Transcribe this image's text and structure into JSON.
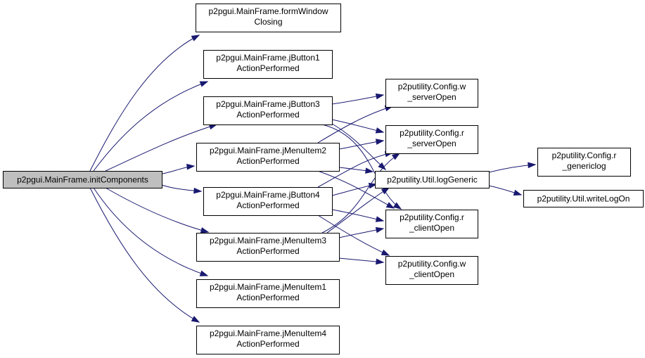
{
  "graph": {
    "edge_color": "#191970",
    "root_fill": "#bfbfbf",
    "node_fill": "#ffffff",
    "nodes": [
      {
        "id": "initComponents",
        "lines": [
          "p2pgui.MainFrame.initComponents"
        ]
      },
      {
        "id": "formWindowClosing",
        "lines": [
          "p2pgui.MainFrame.formWindow",
          "Closing"
        ]
      },
      {
        "id": "jButton1",
        "lines": [
          "p2pgui.MainFrame.jButton1",
          "ActionPerformed"
        ]
      },
      {
        "id": "jButton3",
        "lines": [
          "p2pgui.MainFrame.jButton3",
          "ActionPerformed"
        ]
      },
      {
        "id": "jMenuItem2",
        "lines": [
          "p2pgui.MainFrame.jMenuItem2",
          "ActionPerformed"
        ]
      },
      {
        "id": "jButton4",
        "lines": [
          "p2pgui.MainFrame.jButton4",
          "ActionPerformed"
        ]
      },
      {
        "id": "jMenuItem3",
        "lines": [
          "p2pgui.MainFrame.jMenuItem3",
          "ActionPerformed"
        ]
      },
      {
        "id": "jMenuItem1",
        "lines": [
          "p2pgui.MainFrame.jMenuItem1",
          "ActionPerformed"
        ]
      },
      {
        "id": "jMenuItem4",
        "lines": [
          "p2pgui.MainFrame.jMenuItem4",
          "ActionPerformed"
        ]
      },
      {
        "id": "wServerOpen",
        "lines": [
          "p2putility.Config.w",
          "_serverOpen"
        ]
      },
      {
        "id": "rServerOpen",
        "lines": [
          "p2putility.Config.r",
          "_serverOpen"
        ]
      },
      {
        "id": "logGeneric",
        "lines": [
          "p2putility.Util.logGeneric"
        ]
      },
      {
        "id": "rClientOpen",
        "lines": [
          "p2putility.Config.r",
          "_clientOpen"
        ]
      },
      {
        "id": "wClientOpen",
        "lines": [
          "p2putility.Config.w",
          "_clientOpen"
        ]
      },
      {
        "id": "rGenericlog",
        "lines": [
          "p2putility.Config.r",
          "_genericlog"
        ]
      },
      {
        "id": "writeLogOn",
        "lines": [
          "p2putility.Util.writeLogOn"
        ]
      }
    ],
    "edges": [
      {
        "from": "initComponents",
        "to": "formWindowClosing"
      },
      {
        "from": "initComponents",
        "to": "jButton1"
      },
      {
        "from": "initComponents",
        "to": "jButton3"
      },
      {
        "from": "initComponents",
        "to": "jMenuItem2"
      },
      {
        "from": "initComponents",
        "to": "jButton4"
      },
      {
        "from": "initComponents",
        "to": "jMenuItem3"
      },
      {
        "from": "initComponents",
        "to": "jMenuItem1"
      },
      {
        "from": "initComponents",
        "to": "jMenuItem4"
      },
      {
        "from": "jButton3",
        "to": "wServerOpen"
      },
      {
        "from": "jButton3",
        "to": "rServerOpen"
      },
      {
        "from": "jButton3",
        "to": "logGeneric"
      },
      {
        "from": "jButton3",
        "to": "rClientOpen"
      },
      {
        "from": "jMenuItem2",
        "to": "wServerOpen"
      },
      {
        "from": "jMenuItem2",
        "to": "rServerOpen"
      },
      {
        "from": "jMenuItem2",
        "to": "logGeneric"
      },
      {
        "from": "jMenuItem2",
        "to": "rClientOpen"
      },
      {
        "from": "jButton4",
        "to": "rServerOpen"
      },
      {
        "from": "jButton4",
        "to": "logGeneric"
      },
      {
        "from": "jButton4",
        "to": "rClientOpen"
      },
      {
        "from": "jButton4",
        "to": "wClientOpen"
      },
      {
        "from": "jMenuItem3",
        "to": "rServerOpen"
      },
      {
        "from": "jMenuItem3",
        "to": "logGeneric"
      },
      {
        "from": "jMenuItem3",
        "to": "rClientOpen"
      },
      {
        "from": "jMenuItem3",
        "to": "wClientOpen"
      },
      {
        "from": "logGeneric",
        "to": "rGenericlog"
      },
      {
        "from": "logGeneric",
        "to": "writeLogOn"
      }
    ]
  }
}
